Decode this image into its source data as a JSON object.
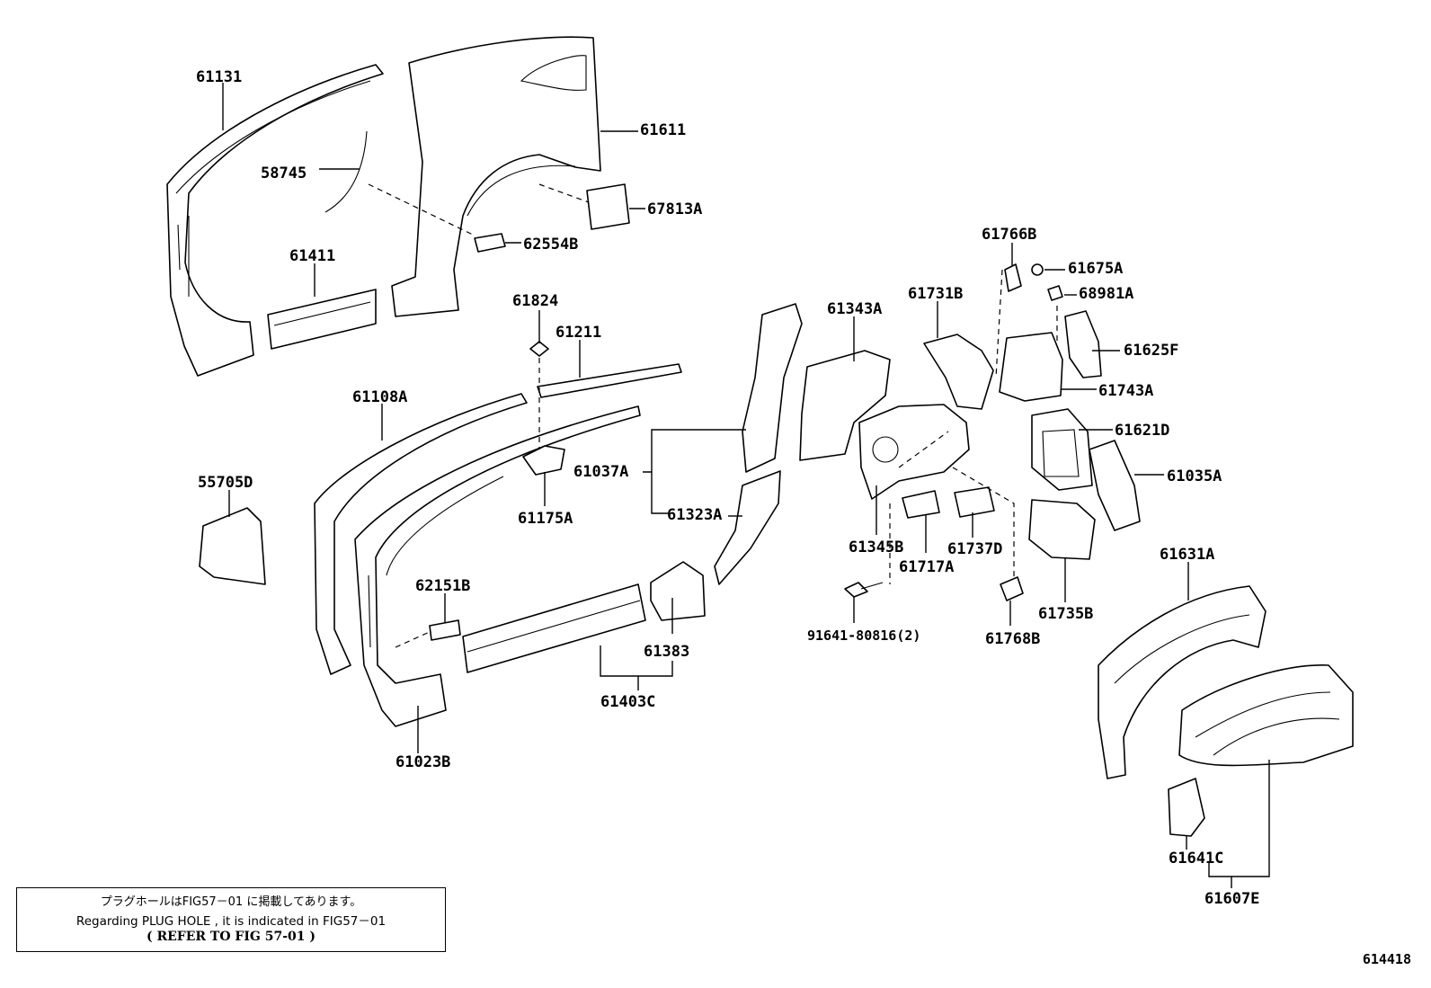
{
  "diagram": {
    "figure_number": "614418",
    "labels": [
      {
        "id": "61131",
        "text": "61131"
      },
      {
        "id": "61611",
        "text": "61611"
      },
      {
        "id": "58745",
        "text": "58745"
      },
      {
        "id": "67813A",
        "text": "67813A"
      },
      {
        "id": "62554B",
        "text": "62554B"
      },
      {
        "id": "61411",
        "text": "61411"
      },
      {
        "id": "61824",
        "text": "61824"
      },
      {
        "id": "61211",
        "text": "61211"
      },
      {
        "id": "61108A",
        "text": "61108A"
      },
      {
        "id": "55705D",
        "text": "55705D"
      },
      {
        "id": "61037A",
        "text": "61037A"
      },
      {
        "id": "61175A",
        "text": "61175A"
      },
      {
        "id": "61323A",
        "text": "61323A"
      },
      {
        "id": "62151B",
        "text": "62151B"
      },
      {
        "id": "61383",
        "text": "61383"
      },
      {
        "id": "61403C",
        "text": "61403C"
      },
      {
        "id": "61023B",
        "text": "61023B"
      },
      {
        "id": "61343A",
        "text": "61343A"
      },
      {
        "id": "61731B",
        "text": "61731B"
      },
      {
        "id": "61766B",
        "text": "61766B"
      },
      {
        "id": "61675A",
        "text": "61675A"
      },
      {
        "id": "68981A",
        "text": "68981A"
      },
      {
        "id": "61625F",
        "text": "61625F"
      },
      {
        "id": "61743A",
        "text": "61743A"
      },
      {
        "id": "61621D",
        "text": "61621D"
      },
      {
        "id": "61035A",
        "text": "61035A"
      },
      {
        "id": "61345B",
        "text": "61345B"
      },
      {
        "id": "61737D",
        "text": "61737D"
      },
      {
        "id": "61717A",
        "text": "61717A"
      },
      {
        "id": "91641-80816",
        "text": "91641-80816(2)"
      },
      {
        "id": "61768B",
        "text": "61768B"
      },
      {
        "id": "61735B",
        "text": "61735B"
      },
      {
        "id": "61631A",
        "text": "61631A"
      },
      {
        "id": "61641C",
        "text": "61641C"
      },
      {
        "id": "61607E",
        "text": "61607E"
      }
    ]
  },
  "note": {
    "line1": "プラグホールはFIG57－01 に掲載してあります。",
    "line2": "Regarding PLUG HOLE , it is indicated in FIG57－01",
    "line3": "(  REFER TO FIG 57-01  )"
  }
}
